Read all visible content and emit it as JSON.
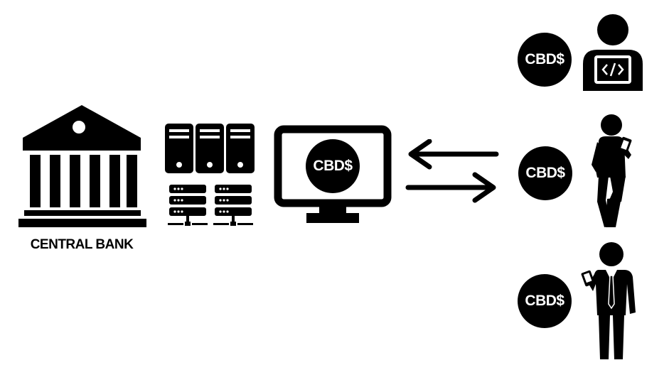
{
  "bank": {
    "label": "CENTRAL BANK",
    "icon": "bank-building-icon"
  },
  "servers": {
    "icon": "server-rack-icon"
  },
  "monitor": {
    "icon": "monitor-icon",
    "coin_label": "CBD$"
  },
  "arrows": {
    "icon": "exchange-arrows-icon"
  },
  "users": [
    {
      "icon": "developer-laptop-icon",
      "coin_label": "CBD$"
    },
    {
      "icon": "person-phone-icon",
      "coin_label": "CBD$"
    },
    {
      "icon": "businessman-phone-icon",
      "coin_label": "CBD$"
    }
  ],
  "colors": {
    "foreground": "#000000",
    "background": "#ffffff"
  }
}
